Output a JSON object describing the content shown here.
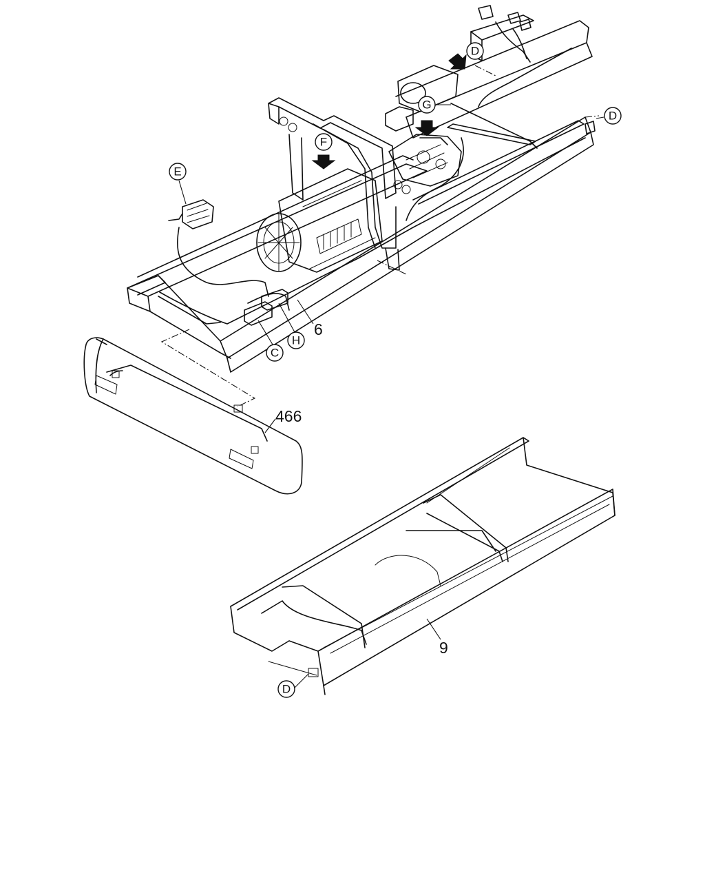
{
  "diagram": {
    "callouts": {
      "d_top": "D",
      "g": "G",
      "d_right": "D",
      "f": "F",
      "e": "E",
      "h": "H",
      "c": "C",
      "d_bottom": "D"
    },
    "part_numbers": {
      "harness_frame_front": "6",
      "harness_bumper": "466",
      "harness_frame_rear": "9"
    },
    "colors": {
      "line": "#111111",
      "background": "#ffffff"
    }
  }
}
